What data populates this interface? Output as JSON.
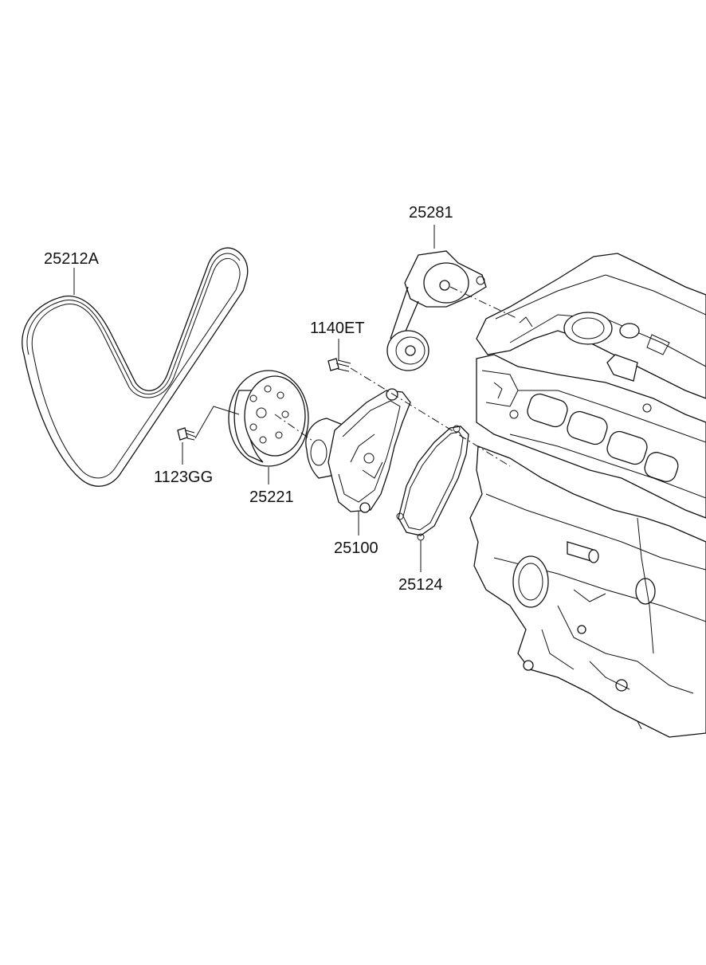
{
  "parts": {
    "belt": "25212A",
    "tensioner": "25281",
    "bolt_tensioner": "1140ET",
    "bolt_pulley": "1123GG",
    "pulley": "25221",
    "water_pump": "25100",
    "gasket": "25124"
  }
}
